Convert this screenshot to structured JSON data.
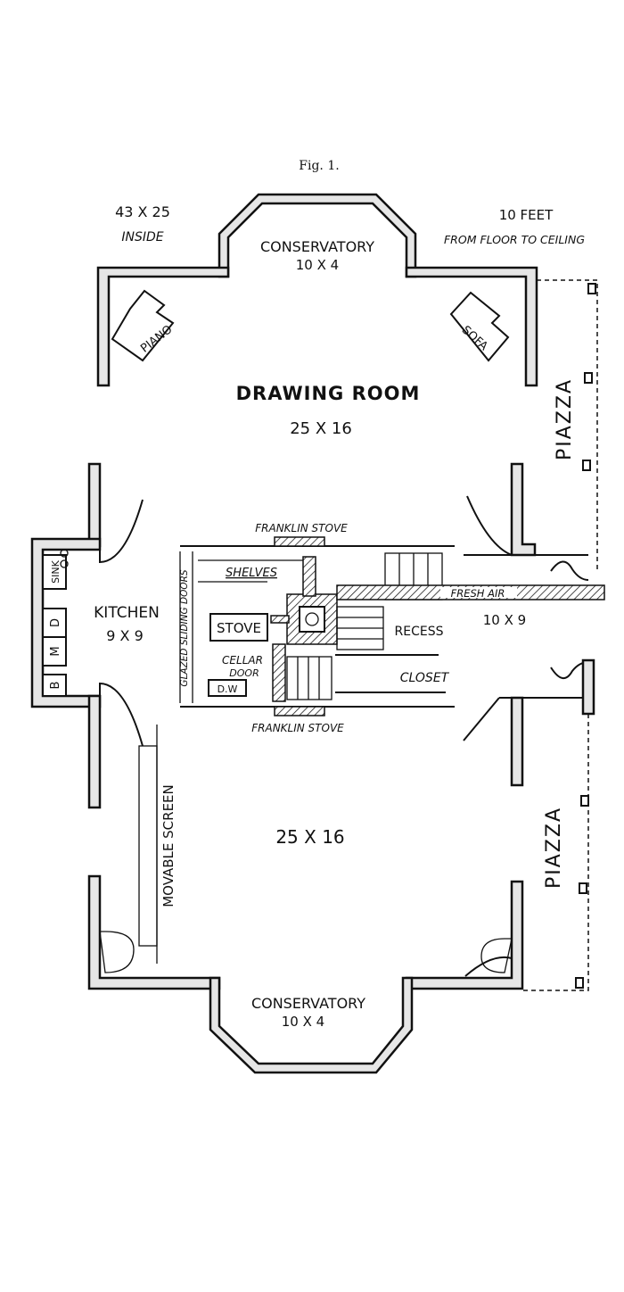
{
  "figure": {
    "caption": "Fig. 1."
  },
  "notes": {
    "dimensions": "43 X 25",
    "inside": "INSIDE",
    "height_line1": "10 FEET",
    "height_line2": "FROM FLOOR TO CEILING"
  },
  "top_conservatory": {
    "name": "CONSERVATORY",
    "size": "10 X 4"
  },
  "drawing_room": {
    "name": "DRAWING ROOM",
    "size": "25 X 16"
  },
  "furniture": {
    "piano": "PIANO",
    "sofa": "SOFA"
  },
  "piazza": {
    "upper": "PIAZZA",
    "lower": "PIAZZA"
  },
  "kitchen": {
    "name": "KITCHEN",
    "size": "9 X 9",
    "sink": "SINK",
    "d": "D",
    "m": "M",
    "b": "B"
  },
  "center": {
    "franklin_stove_top": "FRANKLIN STOVE",
    "franklin_stove_bottom": "FRANKLIN STOVE",
    "shelves": "SHELVES",
    "stove": "STOVE",
    "cellar_door_1": "CELLAR",
    "cellar_door_2": "DOOR",
    "dw": "D.W",
    "glazed_doors": "GLAZED SLIDING DOORS",
    "recess": "RECESS",
    "closet": "CLOSET",
    "fresh_air": "FRESH AIR",
    "hall_size": "10 X 9"
  },
  "lower_room": {
    "size": "25 X 16",
    "screen": "MOVABLE SCREEN"
  },
  "bottom_conservatory": {
    "name": "CONSERVATORY",
    "size": "10 X 4"
  }
}
